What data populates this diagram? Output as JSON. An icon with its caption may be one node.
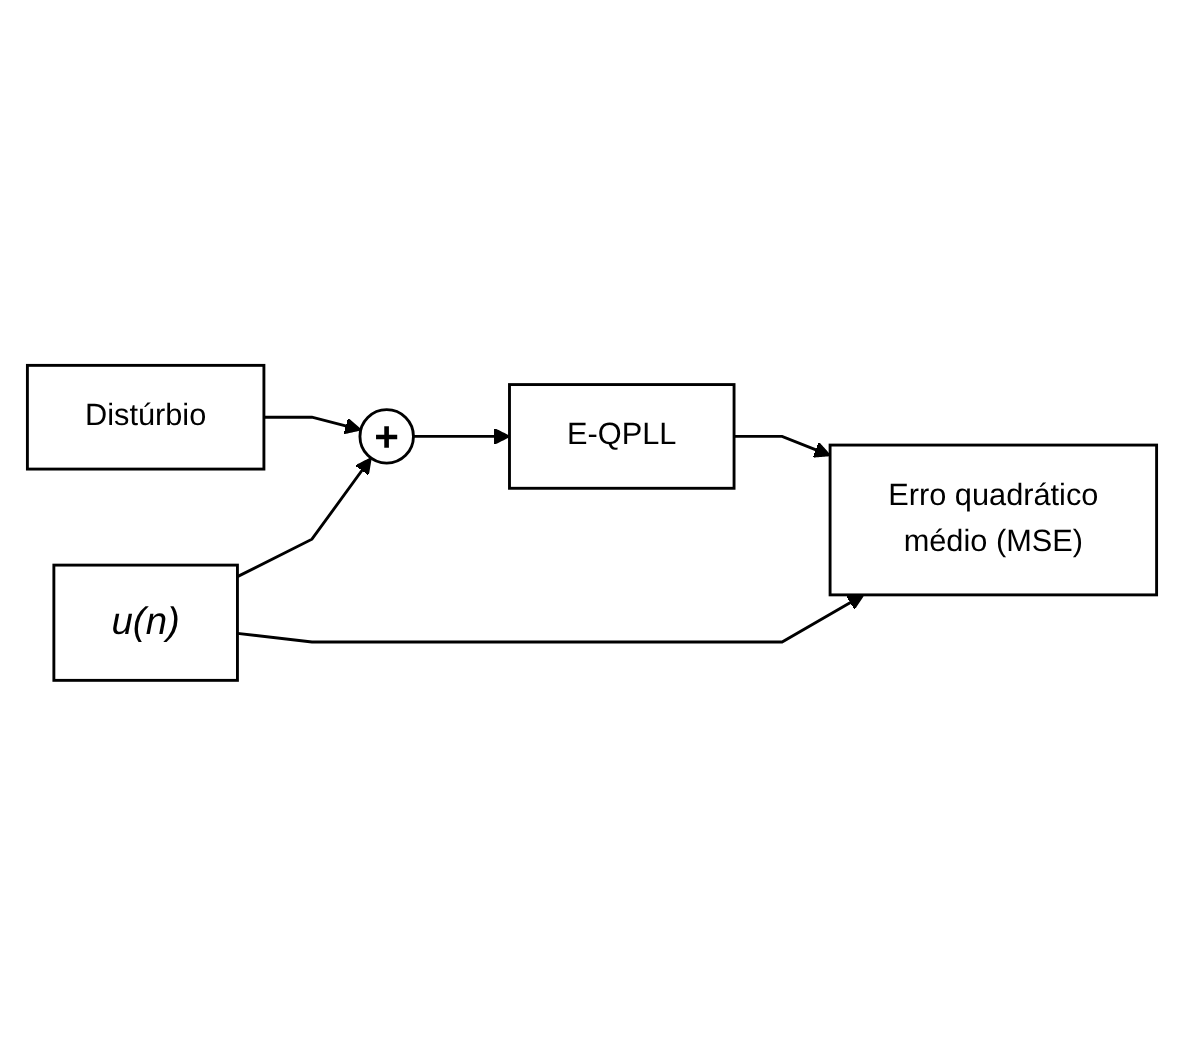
{
  "diagram": {
    "nodes": [
      {
        "text": [
          "Distúrbio"
        ]
      },
      {
        "text": [
          "u(n)"
        ]
      },
      {
        "text": [
          "+"
        ]
      },
      {
        "text": [
          "E-QPLL"
        ]
      },
      {
        "text": [
          "Erro quadrático médio (MSE)"
        ]
      }
    ],
    "edges": [
      {
        "from": 0,
        "to": 2,
        "arrow": "to"
      },
      {
        "from": 1,
        "to": 2,
        "arrow": "to"
      },
      {
        "from": 2,
        "to": 3,
        "arrow": "to"
      },
      {
        "from": 3,
        "to": 4,
        "arrow": "to"
      },
      {
        "from": 1,
        "to": 4,
        "arrow": "to"
      }
    ]
  }
}
